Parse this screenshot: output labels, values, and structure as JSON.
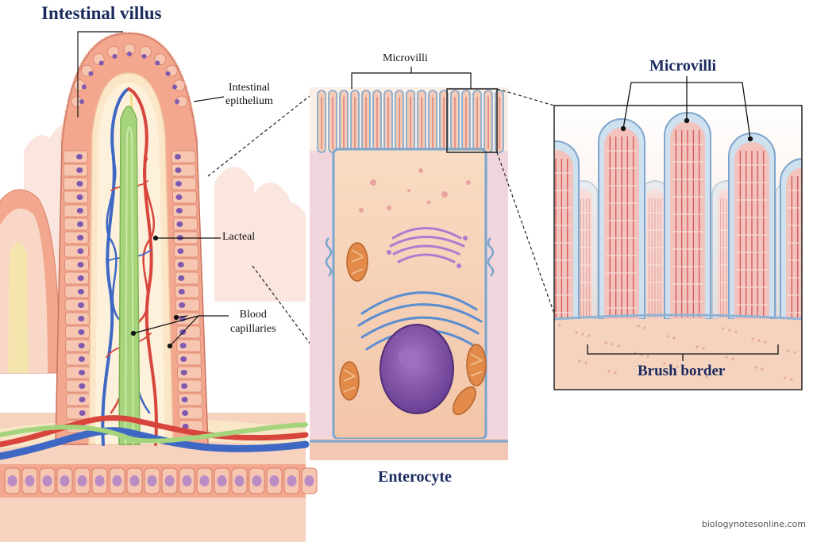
{
  "title": "Intestinal villus",
  "labels": {
    "epithelium": [
      "Intestinal",
      "epithelium"
    ],
    "lacteal": "Lacteal",
    "blood": [
      "Blood",
      "capillaries"
    ],
    "microvilli_top": "Microvilli",
    "enterocyte": "Enterocyte",
    "microvilli_zoom": "Microvilli",
    "brush_border": "Brush border"
  },
  "credit": "biologynotesonline.com",
  "colors": {
    "title": "#1a2a5e",
    "epithelium": "#f2a78e",
    "cell_fill": "#f7c6b0",
    "nucleus": "#8a5bb0",
    "lacteal": "#a6d47c",
    "artery": "#d8453c",
    "vein": "#3e68c4",
    "lipid": "#f0d65a",
    "membrane": "#8fb3d4",
    "cytoplasm": "#f6d3b8",
    "mitochondria": "#e18a4a",
    "golgi": "#b07ad0",
    "er": "#5b8ed0",
    "microvillus_core": "#e06b6b"
  }
}
